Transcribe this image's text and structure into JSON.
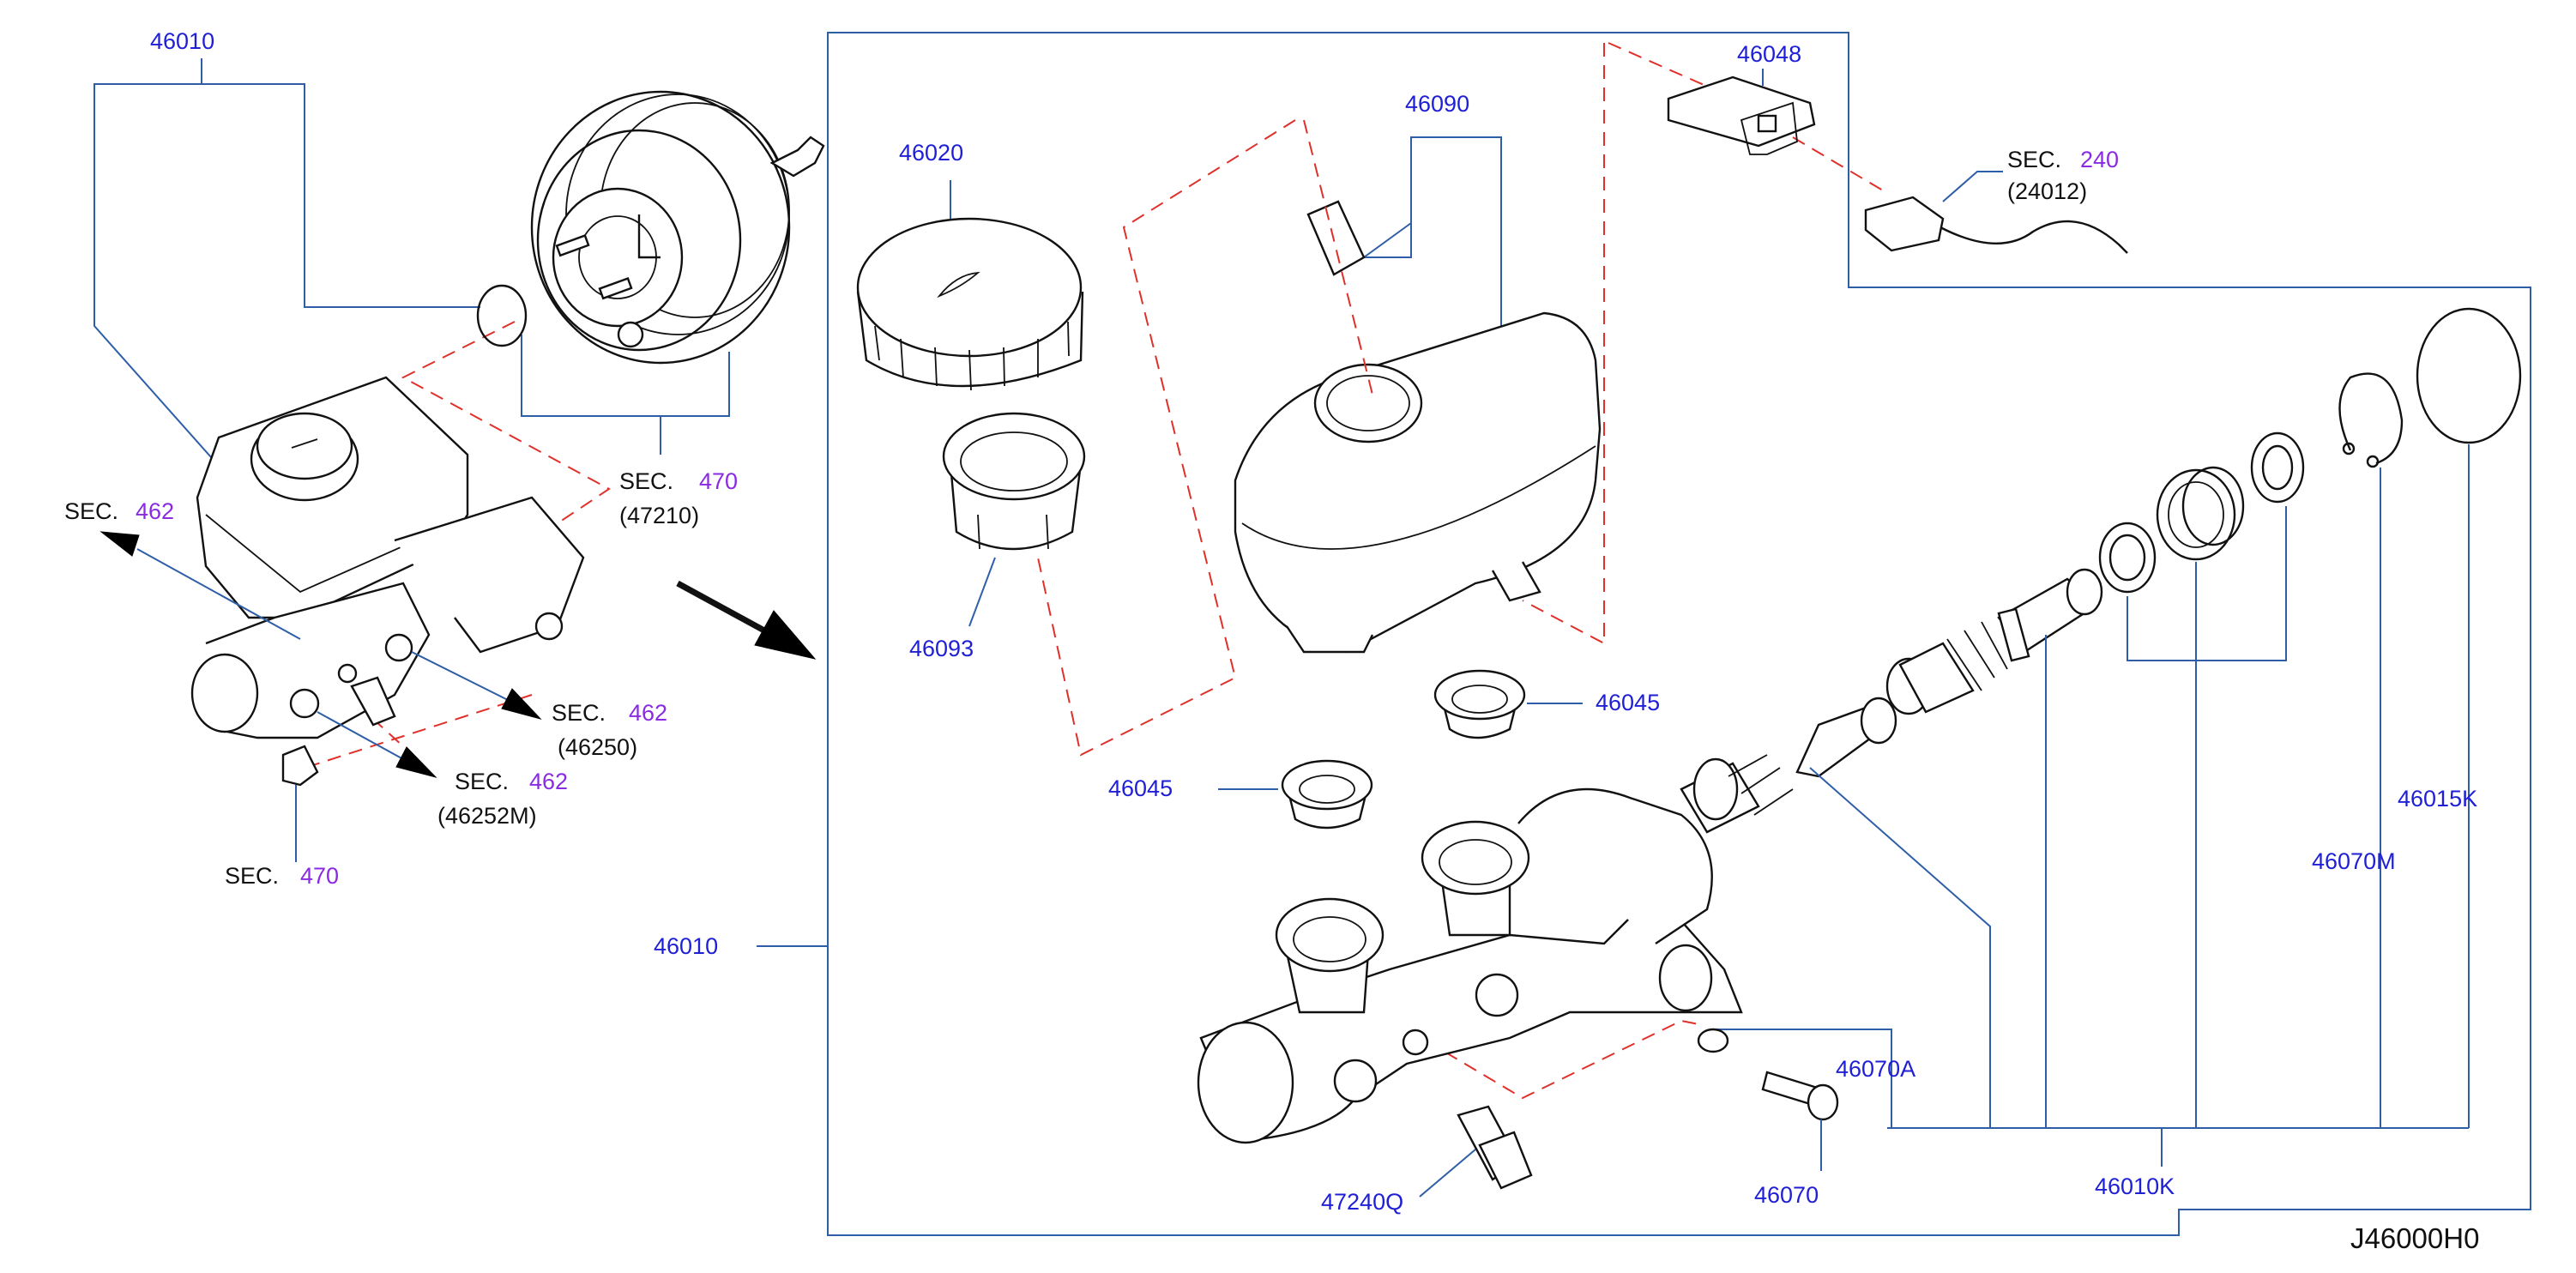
{
  "colors": {
    "part_number": "#1f1fd6",
    "section_number": "#8a2be2",
    "leader_line": "#2e5ea8",
    "phantom_line": "#e0302a",
    "outline": "#111111"
  },
  "diagram_code": "J46000H0",
  "labels": {
    "p46010_top": "46010",
    "p46010_left": "46010",
    "p46020": "46020",
    "p46093": "46093",
    "p46090": "46090",
    "p46048": "46048",
    "p46045_upper": "46045",
    "p46045_lower": "46045",
    "p46015K": "46015K",
    "p46070M": "46070M",
    "p46070A": "46070A",
    "p46070": "46070",
    "p46010K": "46010K",
    "p47240Q": "47240Q"
  },
  "sections": {
    "booster": {
      "word": "SEC.",
      "num": "470",
      "ref": "(47210)"
    },
    "left_line": {
      "word": "SEC.",
      "num": "462"
    },
    "line_46250": {
      "word": "SEC.",
      "num": "462",
      "ref": "(46250)"
    },
    "line_46252M": {
      "word": "SEC.",
      "num": "462",
      "ref": "(46252M)"
    },
    "nut": {
      "word": "SEC.",
      "num": "470"
    },
    "harness": {
      "word": "SEC.",
      "num": "240",
      "ref": "(24012)"
    }
  }
}
